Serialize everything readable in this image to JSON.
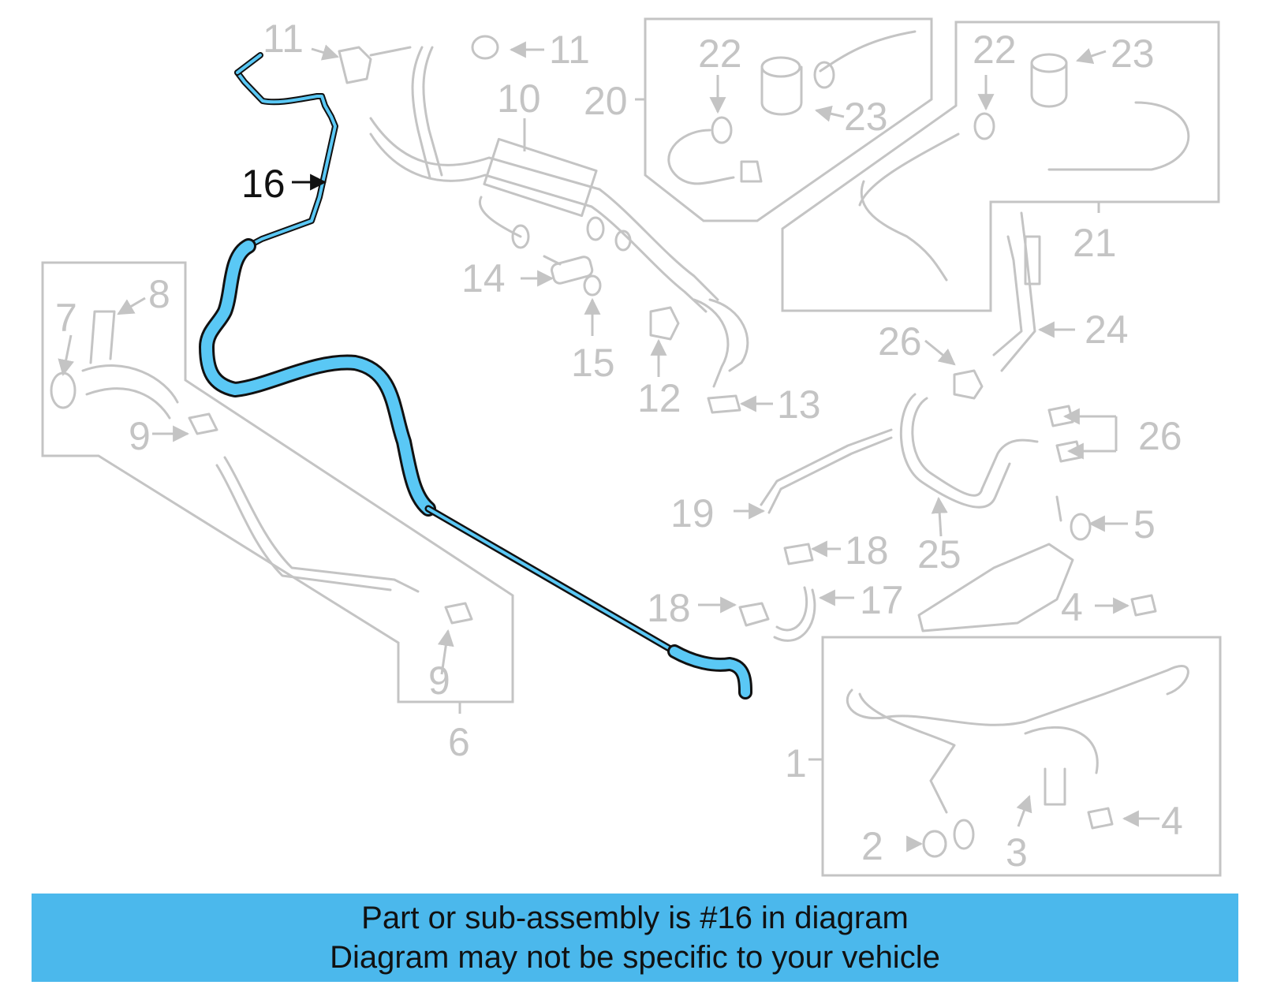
{
  "callouts": {
    "c1": "1",
    "c2": "2",
    "c3": "3",
    "c4a": "4",
    "c4b": "4",
    "c5": "5",
    "c6": "6",
    "c7": "7",
    "c8": "8",
    "c9a": "9",
    "c9b": "9",
    "c10": "10",
    "c11a": "11",
    "c11b": "11",
    "c12": "12",
    "c13": "13",
    "c14": "14",
    "c15": "15",
    "c16": "16",
    "c17": "17",
    "c18a": "18",
    "c18b": "18",
    "c19": "19",
    "c20": "20",
    "c21": "21",
    "c22a": "22",
    "c22b": "22",
    "c23a": "23",
    "c23b": "23",
    "c24": "24",
    "c25": "25",
    "c26a": "26",
    "c26b": "26"
  },
  "highlight": {
    "part_number": "16",
    "color": "#5ac8f5"
  },
  "banner": {
    "line1": "Part or sub-assembly is #16 in diagram",
    "line2": "Diagram may not be specific to your vehicle",
    "color": "#4bb8ec"
  }
}
